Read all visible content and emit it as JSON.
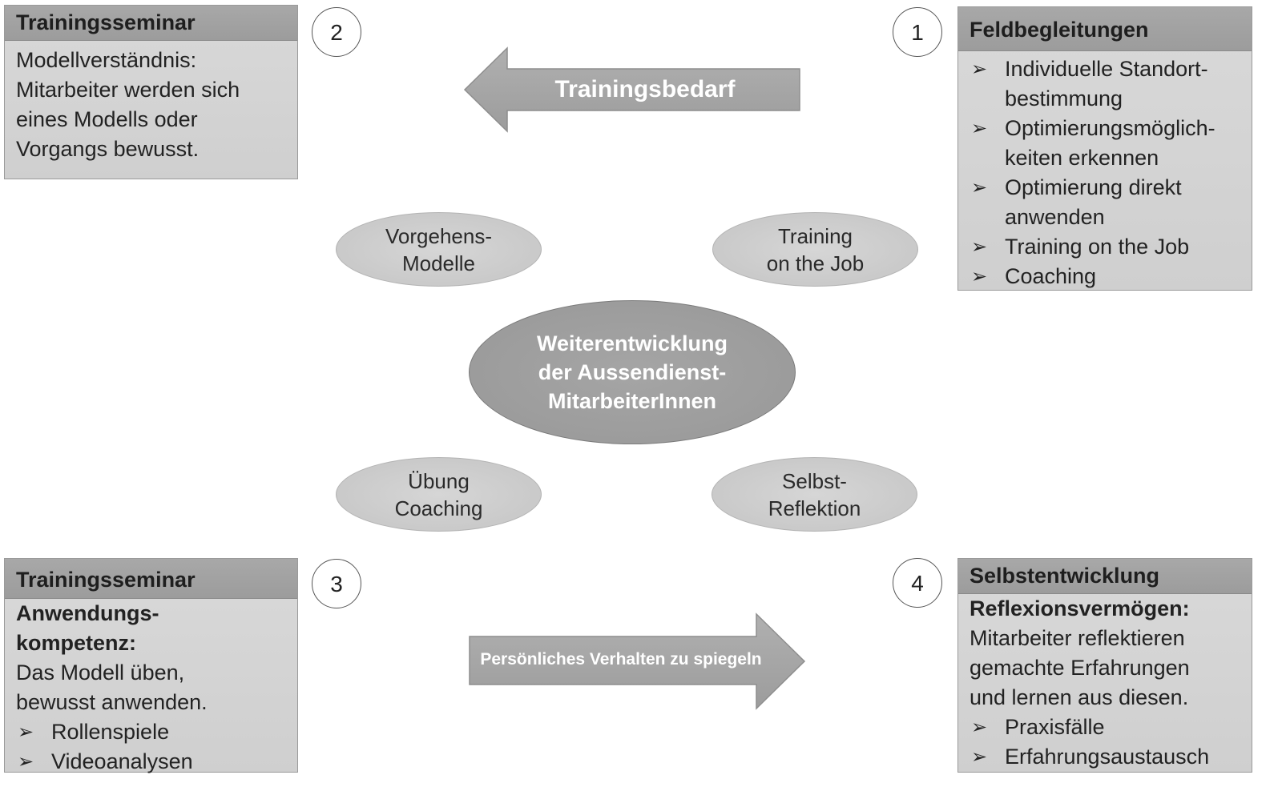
{
  "colors": {
    "box_fill": "#d3d3d3",
    "box_header": "#a3a3a3",
    "ellipse_fill": "#cccccc",
    "center_fill": "#9e9e9e",
    "arrow_fill": "#a8a8a8",
    "text_light": "#ffffff"
  },
  "box1": {
    "number": "1",
    "title": "Feldbegleitungen",
    "bullets": [
      [
        "Individuelle Standort-",
        "bestimmung"
      ],
      [
        "Optimierungsmöglich-",
        "keiten erkennen"
      ],
      [
        "Optimierung direkt",
        "anwenden"
      ],
      [
        "Training on the Job"
      ],
      [
        "Coaching"
      ]
    ]
  },
  "box2": {
    "number": "2",
    "title": "Trainingsseminar",
    "lines": [
      "Modellverständnis:",
      "Mitarbeiter werden sich",
      "eines Modells oder",
      "Vorgangs bewusst."
    ]
  },
  "box3": {
    "number": "3",
    "title": "Trainingsseminar",
    "strong_lines": [
      "Anwendungs-",
      "kompetenz:"
    ],
    "lines": [
      "Das Modell üben,",
      "bewusst anwenden."
    ],
    "bullets": [
      "Rollenspiele",
      "Videoanalysen"
    ]
  },
  "box4": {
    "number": "4",
    "title": "Selbstentwicklung",
    "strong_lines": [
      "Reflexionsvermögen:"
    ],
    "lines": [
      "Mitarbeiter reflektieren",
      "gemachte Erfahrungen",
      "und lernen aus diesen."
    ],
    "bullets": [
      "Praxisfälle",
      "Erfahrungsaustausch"
    ]
  },
  "arrows": {
    "top_label": "Trainingsbedarf",
    "bottom_label": "Persönliches Verhalten zu spiegeln"
  },
  "ellipses": {
    "top_left": [
      "Vorgehens-",
      "Modelle"
    ],
    "top_right": [
      "Training",
      "on the Job"
    ],
    "bottom_left": [
      "Übung",
      "Coaching"
    ],
    "bottom_right": [
      "Selbst-",
      "Reflektion"
    ]
  },
  "center": [
    "Weiterentwicklung",
    "der Aussendienst-",
    "MitarbeiterInnen"
  ],
  "bullet_icon": "arrowhead-bullet-icon"
}
